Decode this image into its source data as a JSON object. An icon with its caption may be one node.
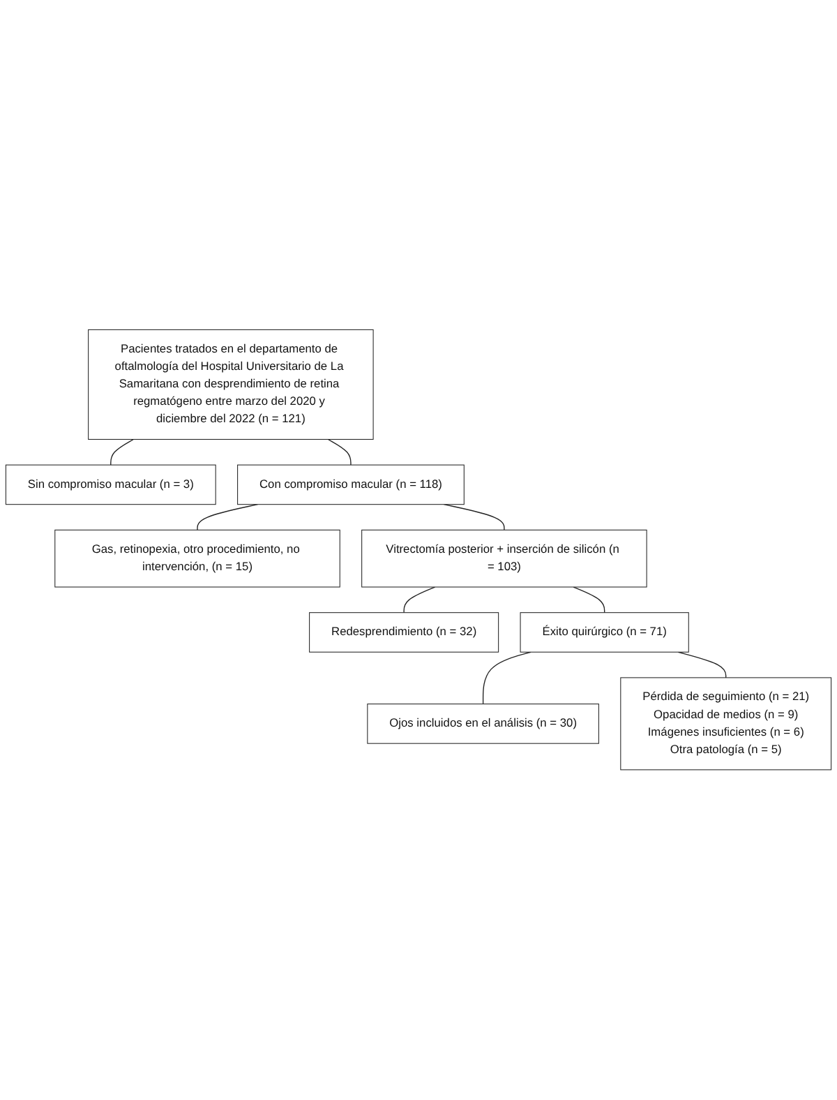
{
  "diagram": {
    "nodes": [
      {
        "text": [
          "Pacientes tratados en el departamento de oftalmología del Hospital Universitario de La Samaritana con desprendimiento de retina regmatógeno entre marzo del 2020 y diciembre del 2022 (n = 121)"
        ]
      },
      {
        "text": [
          "Sin compromiso macular (n = 3)"
        ]
      },
      {
        "text": [
          "Con compromiso macular (n = 118)"
        ]
      },
      {
        "text": [
          "Gas, retinopexia, otro procedimiento, no intervención, (n = 15)"
        ]
      },
      {
        "text": [
          "Vitrectomía posterior + inserción de silicón (n = 103)"
        ]
      },
      {
        "text": [
          "Redesprendimiento (n = 32)"
        ]
      },
      {
        "text": [
          "Éxito quirúrgico (n = 71)"
        ]
      },
      {
        "text": [
          "Pérdida de seguimiento (n = 21)",
          "Opacidad de medios (n = 9)",
          "Imágenes insuficientes (n = 6)",
          "Otra patología (n = 5)"
        ]
      },
      {
        "text": [
          "Ojos incluidos en el análisis (n = 30)"
        ]
      }
    ],
    "edges": [
      {
        "from": 0,
        "to": 2,
        "arrow": "none"
      },
      {
        "from": 0,
        "to": 1,
        "arrow": "none"
      },
      {
        "from": 2,
        "to": 4,
        "arrow": "none"
      },
      {
        "from": 2,
        "to": 3,
        "arrow": "none"
      },
      {
        "from": 4,
        "to": 6,
        "arrow": "none"
      },
      {
        "from": 4,
        "to": 5,
        "arrow": "none"
      },
      {
        "from": 6,
        "to": 8,
        "arrow": "none"
      },
      {
        "from": 6,
        "to": 7,
        "arrow": "none"
      }
    ]
  }
}
